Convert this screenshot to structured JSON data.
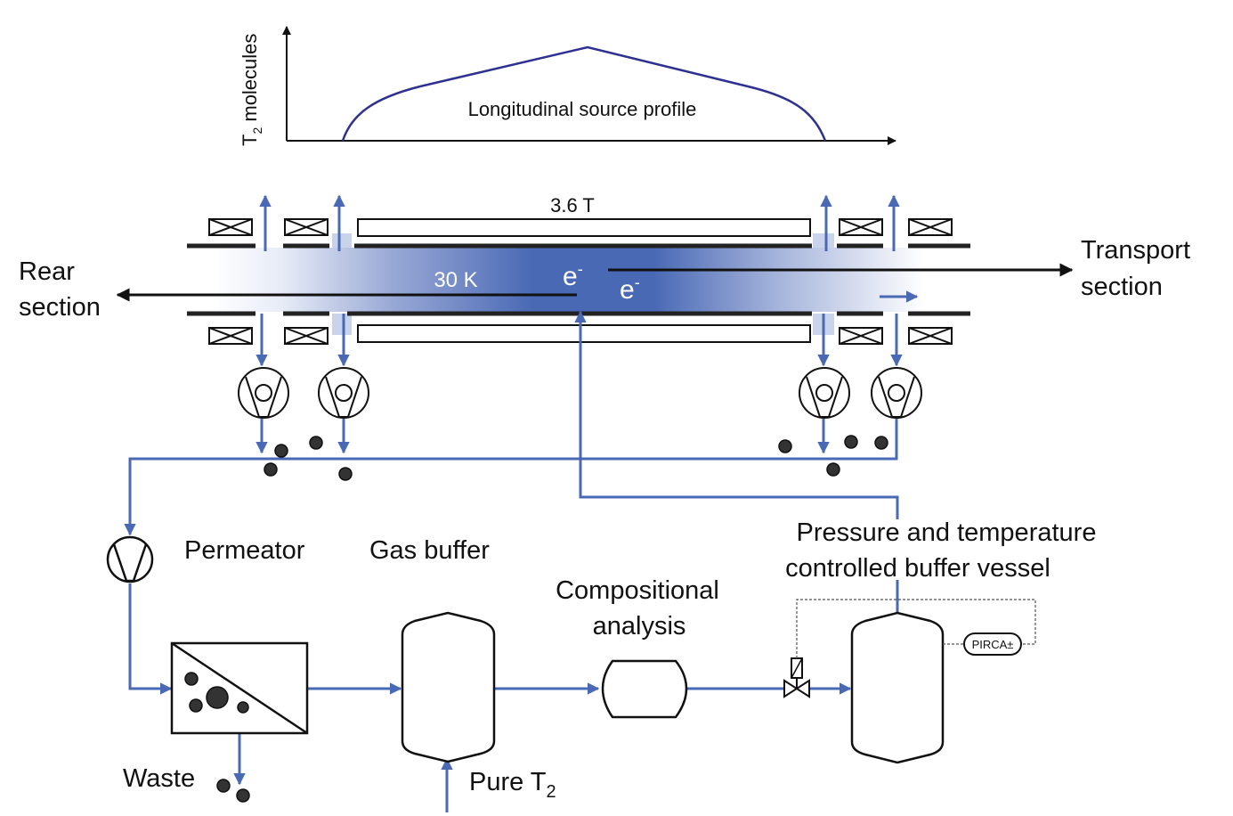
{
  "colors": {
    "flow": "#4a69b5",
    "profile_curve": "#2e3192",
    "plasma_core": "#4a69b5",
    "wall": "#222222"
  },
  "profile": {
    "y_axis_label_main": "T",
    "y_axis_label_sub": "2",
    "y_axis_label_rest": " molecules",
    "curve_label": "Longitudinal source profile"
  },
  "beamline": {
    "field_label": "3.6 T",
    "temperature_label": "30 K",
    "electron_main": "e",
    "electron_sup": "-"
  },
  "sections": {
    "rear_line1": "Rear",
    "rear_line2": "section",
    "transport_line1": "Transport",
    "transport_line2": "section"
  },
  "components": {
    "permeator": "Permeator",
    "gas_buffer": "Gas buffer",
    "compositional_line1": "Compositional",
    "compositional_line2": "analysis",
    "vessel_line1": "Pressure and temperature",
    "vessel_line2": "controlled buffer vessel",
    "controller": "PIRCA±",
    "waste": "Waste",
    "pure_main": "Pure T",
    "pure_sub": "2"
  }
}
